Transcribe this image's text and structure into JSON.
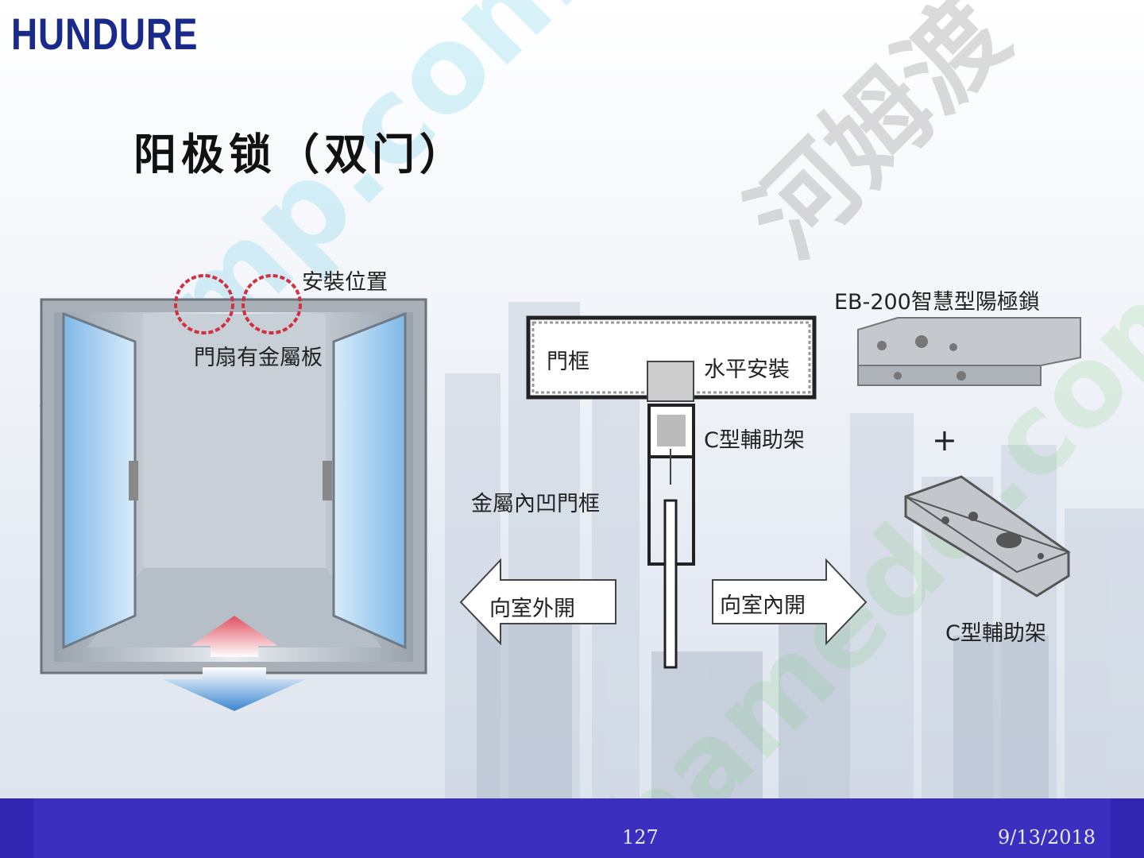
{
  "brand": {
    "logo": "HUNDURE"
  },
  "slide": {
    "title": "阳极锁（双门）"
  },
  "left_diagram": {
    "install_position": "安裝位置",
    "door_metal_plate": "門扇有金屬板"
  },
  "center_diagram": {
    "door_frame": "門框",
    "horizontal_install": "水平安裝",
    "c_bracket": "C型輔助架",
    "metal_recessed_frame": "金屬內凹門框",
    "open_outward": "向室外開",
    "open_inward": "向室內開"
  },
  "right_diagram": {
    "product_name": "EB-200智慧型陽極鎖",
    "plus": "+",
    "c_bracket_label": "C型輔助架"
  },
  "footer": {
    "page_number": "127",
    "date": "9/13/2018"
  },
  "colors": {
    "footer": "#3a2fbf",
    "logo": "#1a2a8a",
    "arrow_red": "#e05060",
    "arrow_blue": "#4a90d0"
  }
}
